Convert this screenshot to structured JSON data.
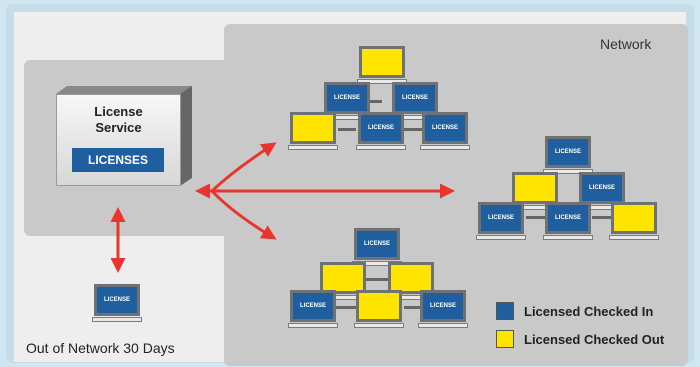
{
  "network_label": "Network",
  "service": {
    "title_line1": "License",
    "title_line2": "Service",
    "badge": "LICENSES"
  },
  "computer_label": "LICENSE",
  "out_of_network_label": "Out of Network 30 Days",
  "legend": {
    "checked_in": "Licensed Checked In",
    "checked_out": "Licensed Checked Out"
  },
  "colors": {
    "checked_in": "#1f5fa0",
    "checked_out": "#ffe400",
    "arrow": "#e8362c"
  }
}
